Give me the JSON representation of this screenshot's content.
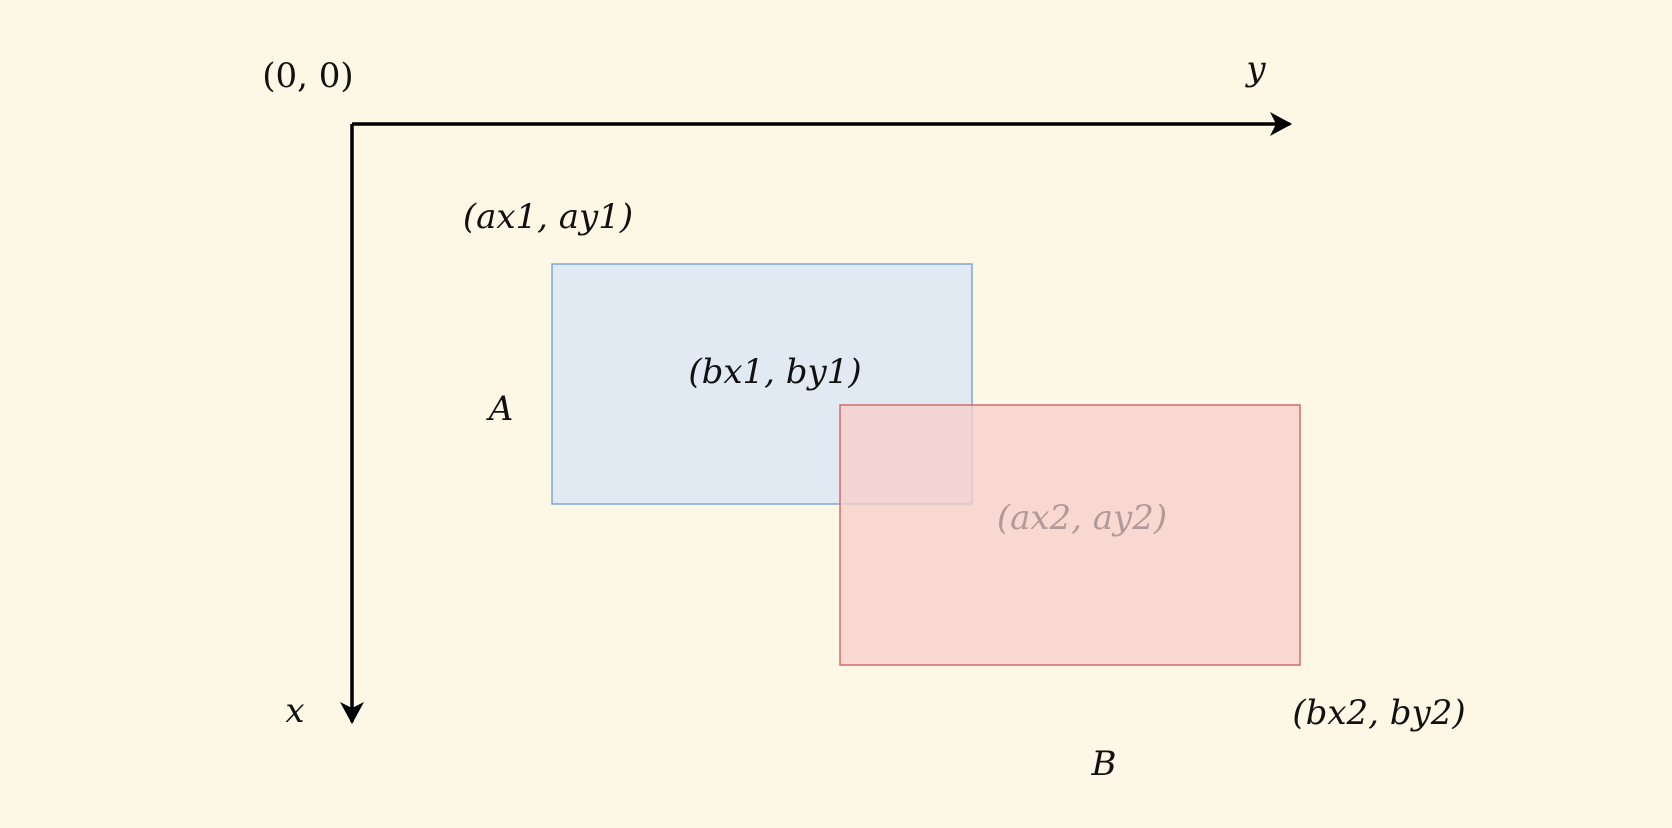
{
  "colors": {
    "background": "#fdf8e6",
    "rect_a_fill": "#dce8f5",
    "rect_a_stroke": "#7ea6d8",
    "rect_b_fill": "#f6cfcb",
    "rect_b_stroke": "#d46a6a",
    "faded_label": "#b39a9a"
  },
  "labels": {
    "origin": "(0, 0)",
    "y_axis": "y",
    "x_axis": "x",
    "a_top_left": "(ax1, ay1)",
    "a_name": "A",
    "b_top_left": "(bx1, by1)",
    "a_bottom_right": "(ax2, ay2)",
    "b_bottom_right": "(bx2, by2)",
    "b_name": "B"
  }
}
